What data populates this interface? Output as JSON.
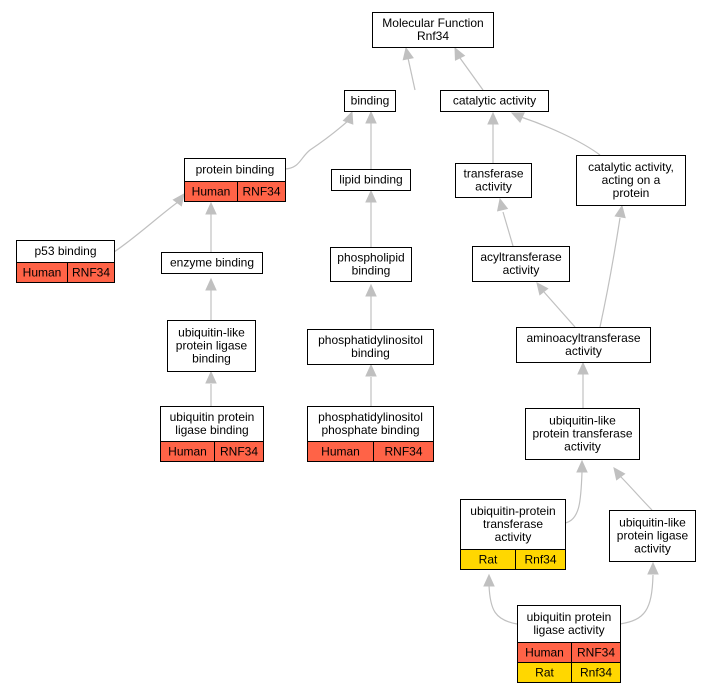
{
  "colors": {
    "human": "#ff6347",
    "rat": "#ffd700",
    "edge": "#c0c0c0"
  },
  "nodes": {
    "mf": {
      "lines": [
        "Molecular Function",
        "Rnf34"
      ],
      "rows": []
    },
    "binding": {
      "lines": [
        "binding"
      ],
      "rows": []
    },
    "catalytic": {
      "lines": [
        "catalytic activity"
      ],
      "rows": []
    },
    "protein_binding": {
      "lines": [
        "protein binding"
      ],
      "rows": [
        {
          "species": "Human",
          "gene": "RNF34",
          "color": "human"
        }
      ]
    },
    "lipid_binding": {
      "lines": [
        "lipid binding"
      ],
      "rows": []
    },
    "transferase": {
      "lines": [
        "transferase",
        "activity"
      ],
      "rows": []
    },
    "cat_protein": {
      "lines": [
        "catalytic activity,",
        "acting on a",
        "protein"
      ],
      "rows": []
    },
    "p53": {
      "lines": [
        "p53 binding"
      ],
      "rows": [
        {
          "species": "Human",
          "gene": "RNF34",
          "color": "human"
        }
      ]
    },
    "enzyme": {
      "lines": [
        "enzyme binding"
      ],
      "rows": []
    },
    "phospholipid": {
      "lines": [
        "phospholipid",
        "binding"
      ],
      "rows": []
    },
    "acyltransferase": {
      "lines": [
        "acyltransferase",
        "activity"
      ],
      "rows": []
    },
    "ubl_ligase_binding": {
      "lines": [
        "ubiquitin-like",
        "protein ligase",
        "binding"
      ],
      "rows": []
    },
    "pi_binding": {
      "lines": [
        "phosphatidylinositol",
        "binding"
      ],
      "rows": []
    },
    "aminoacyl": {
      "lines": [
        "aminoacyltransferase",
        "activity"
      ],
      "rows": []
    },
    "ub_ligase_binding": {
      "lines": [
        "ubiquitin protein",
        "ligase binding"
      ],
      "rows": [
        {
          "species": "Human",
          "gene": "RNF34",
          "color": "human"
        }
      ]
    },
    "pip_binding": {
      "lines": [
        "phosphatidylinositol",
        "phosphate binding"
      ],
      "rows": [
        {
          "species": "Human",
          "gene": "RNF34",
          "color": "human"
        }
      ]
    },
    "ubl_transferase": {
      "lines": [
        "ubiquitin-like",
        "protein transferase",
        "activity"
      ],
      "rows": []
    },
    "ub_transferase": {
      "lines": [
        "ubiquitin-protein",
        "transferase",
        "activity"
      ],
      "rows": [
        {
          "species": "Rat",
          "gene": "Rnf34",
          "color": "rat"
        }
      ]
    },
    "ubl_ligase_activity": {
      "lines": [
        "ubiquitin-like",
        "protein ligase",
        "activity"
      ],
      "rows": []
    },
    "ub_ligase_activity": {
      "lines": [
        "ubiquitin protein",
        "ligase activity"
      ],
      "rows": [
        {
          "species": "Human",
          "gene": "RNF34",
          "color": "human"
        },
        {
          "species": "Rat",
          "gene": "Rnf34",
          "color": "rat"
        }
      ]
    }
  }
}
